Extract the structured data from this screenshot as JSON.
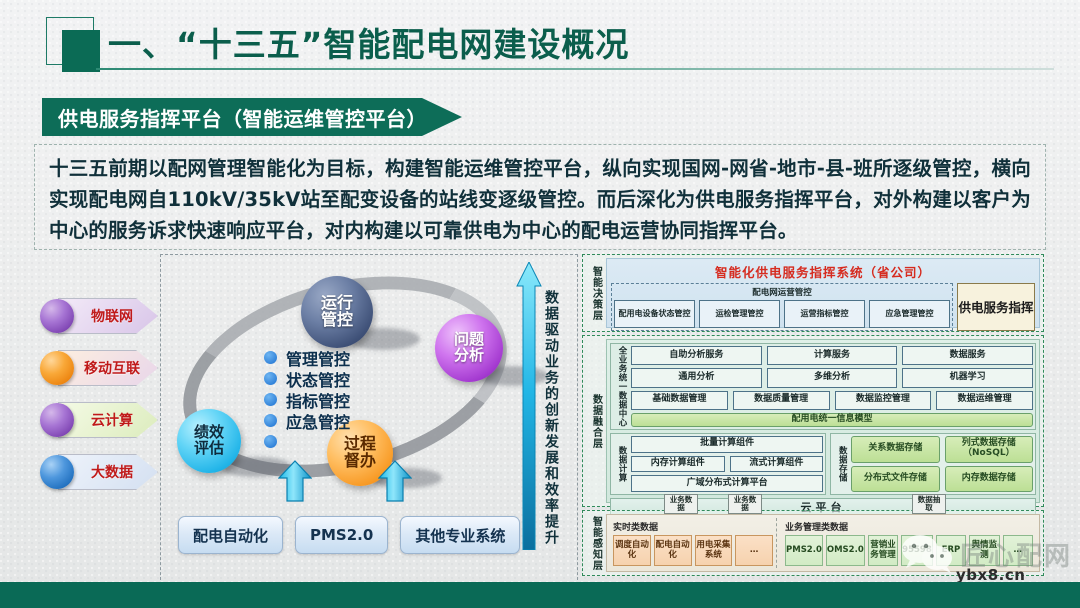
{
  "header": {
    "title": "一、“十三五”智能配电网建设概况",
    "banner": "供电服务指挥平台（智能运维管控平台）"
  },
  "paragraph": {
    "text": "十三五前期以配网管理智能化为目标，构建智能运维管控平台，纵向实现国网-网省-地市-县-班所逐级管控，横向实现配电网自110kV/35kV站至配变设备的站线变逐级管控。而后深化为供电服务指挥平台，对外构建以客户为中心的服务诉求快速响应平台，对内构建以可靠供电为中心的配电运营协同指挥平台。"
  },
  "tech_badges": [
    {
      "label": "物联网",
      "ball": "#8b5fbf",
      "chev_from": "#f3eaf8",
      "chev_to": "#d8c5e8"
    },
    {
      "label": "移动互联",
      "ball": "#f08a1c",
      "chev_from": "#fdeee0",
      "chev_to": "#e8d6e8"
    },
    {
      "label": "云计算",
      "ball": "#8b56c9",
      "chev_from": "#f2f8e2",
      "chev_to": "#e0eec2"
    },
    {
      "label": "大数据",
      "ball": "#2f7fd1",
      "chev_from": "#eef3fb",
      "chev_to": "#d6e2f2"
    }
  ],
  "orbit": {
    "spheres": [
      {
        "id": "run",
        "line1": "运行",
        "line2": "管控"
      },
      {
        "id": "prob",
        "line1": "问题",
        "line2": "分析"
      },
      {
        "id": "perf",
        "line1": "绩效",
        "line2": "评估"
      },
      {
        "id": "proc",
        "line1": "过程",
        "line2": "督办"
      }
    ],
    "bullets": [
      "管理管控",
      "状态管控",
      "指标管控",
      "应急管控",
      ""
    ],
    "system_boxes": [
      "配电自动化",
      "PMS2.0",
      "其他专业系统"
    ]
  },
  "vertical_arrow": {
    "text": "数据驱动业务的创新发展和效率提升"
  },
  "architecture": {
    "layer1": {
      "label": "智能决策层",
      "title": "智能化供电服务指挥系统（省公司）",
      "group_title": "配电网运营管控",
      "boxes": [
        "配用电设备状态管控",
        "运检管理管控",
        "运营指标管控",
        "应急管理管控"
      ],
      "right_box": "供电服务指挥"
    },
    "layer2": {
      "label": "数据融合层",
      "data_center": {
        "label": "全业务统一数据中心",
        "rows": [
          [
            "自助分析服务",
            "计算服务",
            "数据服务"
          ],
          [
            "通用分析",
            "多维分析",
            "机器学习"
          ],
          [
            "基础数据管理",
            "数据质量管理",
            "数据监控管理",
            "数据运维管理"
          ]
        ],
        "model_bar": "配用电统一信息模型"
      },
      "compute": {
        "label": "数据计算",
        "rows": [
          [
            "批量计算组件"
          ],
          [
            "内存计算组件",
            "流式计算组件"
          ],
          [
            "广域分布式计算平台"
          ]
        ]
      },
      "storage": {
        "label": "数据存储",
        "rows": [
          [
            "关系数据存储",
            "列式数据存储（NoSQL）"
          ],
          [
            "分布式文件存储",
            "内存数据存储"
          ]
        ]
      },
      "cloud_bar": "云平台"
    },
    "connectors": [
      "业务数据",
      "业务数据",
      "数据抽取"
    ],
    "layer3": {
      "label": "智能感知层",
      "sections": [
        {
          "title": "实时类数据",
          "boxes": [
            "调度自动化",
            "配电自动化",
            "用电采集系统",
            "…"
          ]
        },
        {
          "title": "业务管理类数据",
          "boxes": [
            "PMS2.0",
            "OMS2.0",
            "营销业务管理",
            "95598",
            "ERP",
            "舆情监测",
            "…"
          ]
        }
      ]
    }
  },
  "watermark": {
    "brand": "匠心配网",
    "url": "ybx8.cn"
  }
}
